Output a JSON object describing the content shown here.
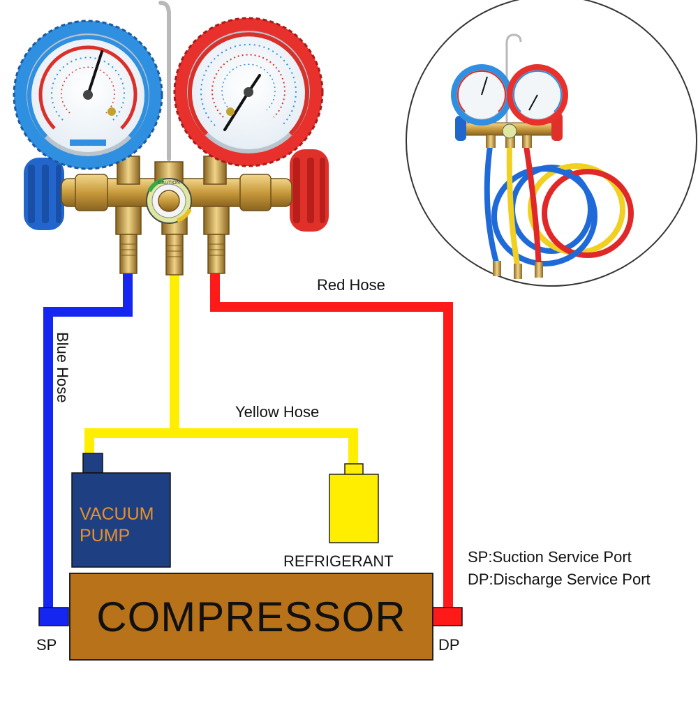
{
  "labels": {
    "blue_hose": "Blue Hose",
    "red_hose": "Red Hose",
    "yellow_hose": "Yellow Hose",
    "vacuum_pump_line1": "VACUUM",
    "vacuum_pump_line2": "PUMP",
    "refrigerant": "REFRIGERANT",
    "compressor": "COMPRESSOR",
    "sp": "SP",
    "dp": "DP",
    "caution": "CAUTION"
  },
  "legend": {
    "sp": "SP:Suction Service Port",
    "dp": "DP:Discharge Service Port"
  },
  "colors": {
    "blue_hose": "#1426f0",
    "red_hose": "#ff1a1a",
    "yellow_hose": "#ffee00",
    "vacuum_pump": "#1e3f82",
    "compressor": "#b8731a",
    "refrigerant_tank": "#ffee00",
    "low_gauge": "#2f8fe0",
    "high_gauge": "#e8302c",
    "brass": "#c89a3c"
  },
  "icons": {
    "low_pressure_gauge": "low-pressure-gauge-icon",
    "high_pressure_gauge": "high-pressure-gauge-icon",
    "manifold": "manifold-body-icon",
    "inset": "manifold-gauge-set-photo"
  }
}
